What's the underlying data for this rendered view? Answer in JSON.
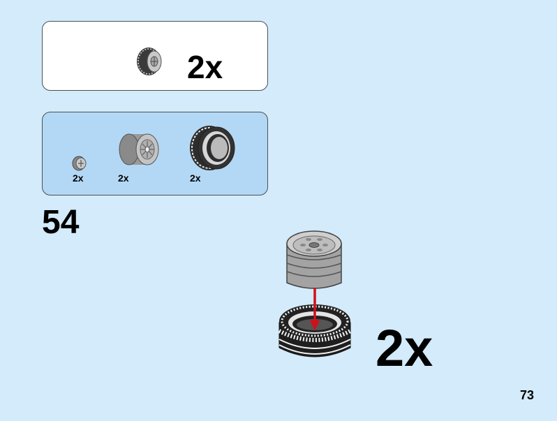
{
  "result": {
    "quantity": "2x"
  },
  "parts": [
    {
      "name": "small-hub",
      "quantity": "2x"
    },
    {
      "name": "wheel-rim",
      "quantity": "2x"
    },
    {
      "name": "tyre",
      "quantity": "2x"
    }
  ],
  "step": {
    "number": "54",
    "quantity": "2x"
  },
  "page": {
    "number": "73"
  },
  "colors": {
    "background": "#d3ebfa",
    "parts_panel": "#b3d8f5",
    "arrow": "#d0101a"
  }
}
